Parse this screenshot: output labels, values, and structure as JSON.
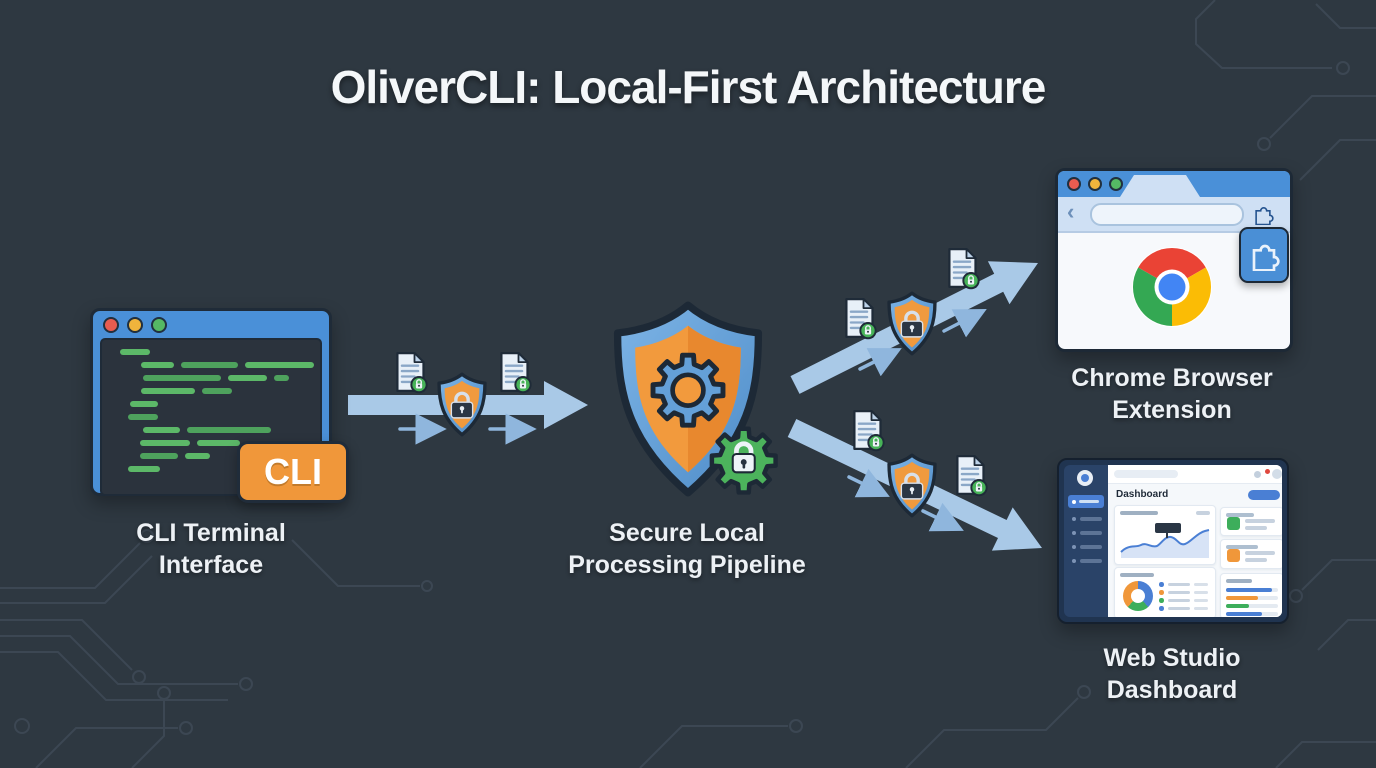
{
  "title": "OliverCLI: Local-First Architecture",
  "nodes": {
    "cli_terminal": {
      "label": [
        "CLI Terminal",
        "Interface"
      ],
      "badge": "CLI"
    },
    "pipeline": {
      "label": [
        "Secure Local",
        "Processing Pipeline"
      ]
    },
    "chrome_extension": {
      "label": [
        "Chrome Browser",
        "Extension"
      ]
    },
    "web_dashboard": {
      "label": [
        "Web Studio",
        "Dashboard"
      ],
      "screen_title": "Dashboard"
    }
  },
  "icons": {
    "flow": [
      "document-lock-icon",
      "lock-shield-icon",
      "arrow-icon"
    ],
    "pipeline": [
      "shield-icon",
      "gear-icon",
      "secure-lock-gear-icon"
    ],
    "chrome": [
      "chrome-logo-icon",
      "puzzle-icon",
      "back-icon",
      "traffic-light-dots"
    ],
    "dashboard": [
      "donut-chart",
      "area-chart",
      "progress-bars"
    ]
  },
  "colors": {
    "background": "#2e3841",
    "window_blue": "#4a90d8",
    "arrow_blue": "#a9c9e7",
    "shield_blue": "#6fa8dc",
    "shield_orange": "#f2993d",
    "terminal_green": "#5cb868",
    "badge_orange": "#f0973a",
    "secure_green": "#4cb35c",
    "label_white": "#edf1f5"
  }
}
